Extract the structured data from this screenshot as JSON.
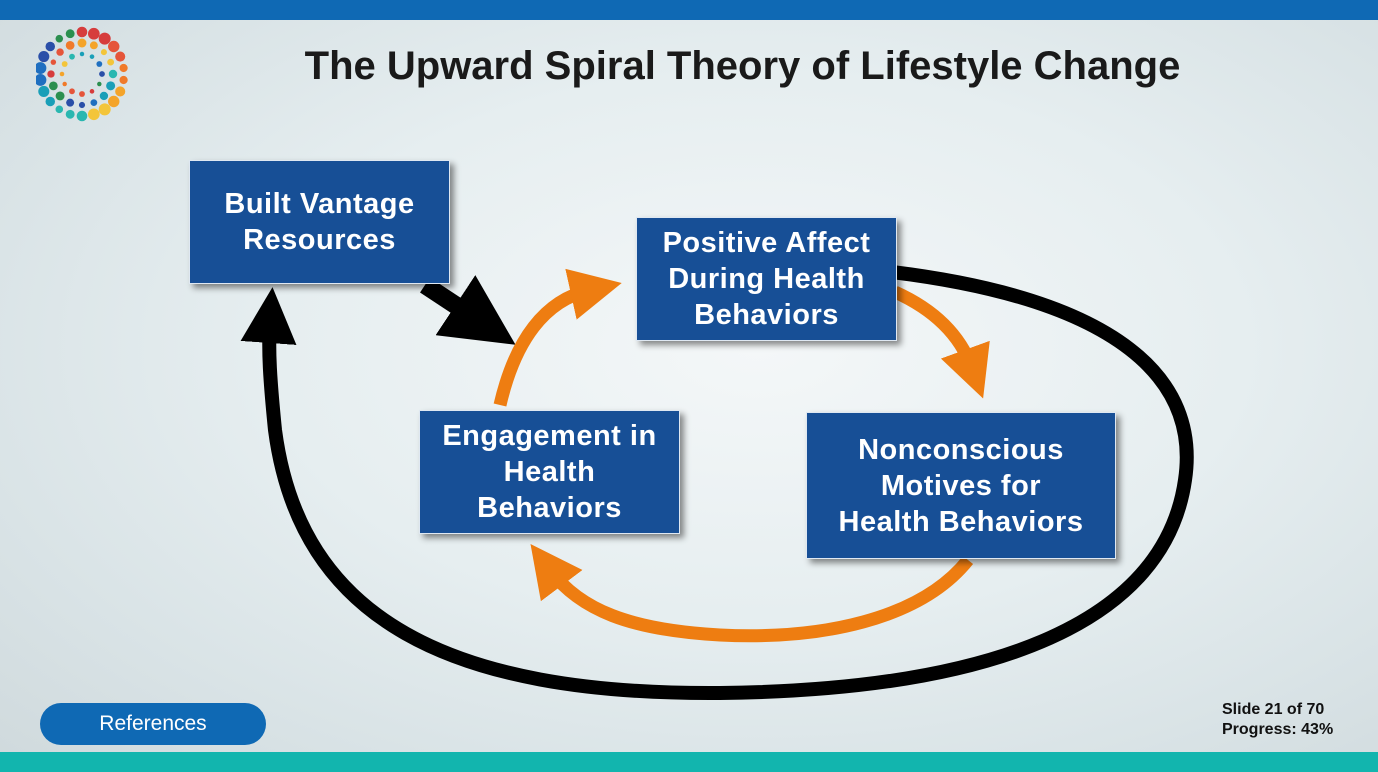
{
  "title": "The Upward Spiral Theory of Lifestyle Change",
  "boxes": {
    "built_vantage": "Built Vantage\nResources",
    "positive_affect": "Positive Affect\nDuring Health\nBehaviors",
    "engagement": "Engagement in\nHealth\nBehaviors",
    "nonconscious": "Nonconscious\nMotives for\nHealth Behaviors"
  },
  "references_label": "References",
  "status": {
    "slide": "Slide 21 of 70",
    "progress": "Progress: 43%"
  },
  "progress_percent": 43,
  "colors": {
    "top_bar": "#0f69b4",
    "bottom_bar": "#12b5ae",
    "box": "#174f96",
    "orange_arrow": "#ee7d11",
    "black_arrow": "#000000"
  }
}
